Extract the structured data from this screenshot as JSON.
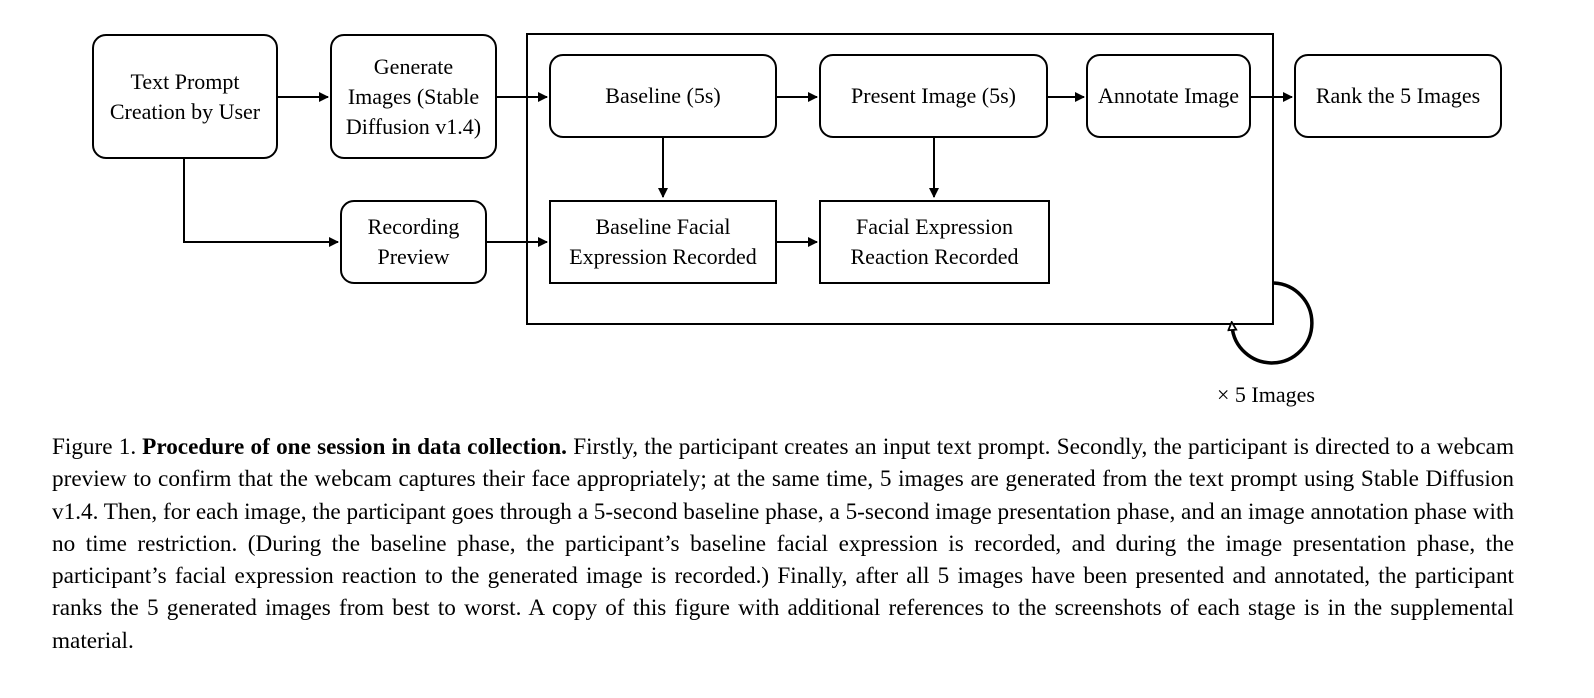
{
  "diagram": {
    "nodes": {
      "text_prompt": [
        "Text Prompt",
        "Creation by User"
      ],
      "generate_images": [
        "Generate",
        "Images (Stable",
        "Diffusion v1.4)"
      ],
      "recording_preview": [
        "Recording",
        "Preview"
      ],
      "baseline": [
        "Baseline (5s)"
      ],
      "present_image": [
        "Present Image (5s)"
      ],
      "annotate_image": [
        "Annotate Image"
      ],
      "rank_images": [
        "Rank the 5 Images"
      ],
      "baseline_recorded": [
        "Baseline Facial",
        "Expression Recorded"
      ],
      "reaction_recorded": [
        "Facial Expression",
        "Reaction Recorded"
      ]
    },
    "loop_label": "× 5 Images"
  },
  "caption": {
    "figure_number": "Figure 1.",
    "title": "Procedure of one session in data collection.",
    "body": "Firstly, the participant creates an input text prompt. Secondly, the participant is directed to a webcam preview to confirm that the webcam captures their face appropriately; at the same time, 5 images are generated from the text prompt using Stable Diffusion v1.4. Then, for each image, the participant goes through a 5-second baseline phase, a 5-second image presentation phase, and an image annotation phase with no time restriction. (During the baseline phase, the participant’s baseline facial expression is recorded, and during the image presentation phase, the participant’s facial expression reaction to the generated image is recorded.) Finally, after all 5 images have been presented and annotated, the participant ranks the 5 generated images from best to worst. A copy of this figure with additional references to the screenshots of each stage is in the supplemental material."
  }
}
